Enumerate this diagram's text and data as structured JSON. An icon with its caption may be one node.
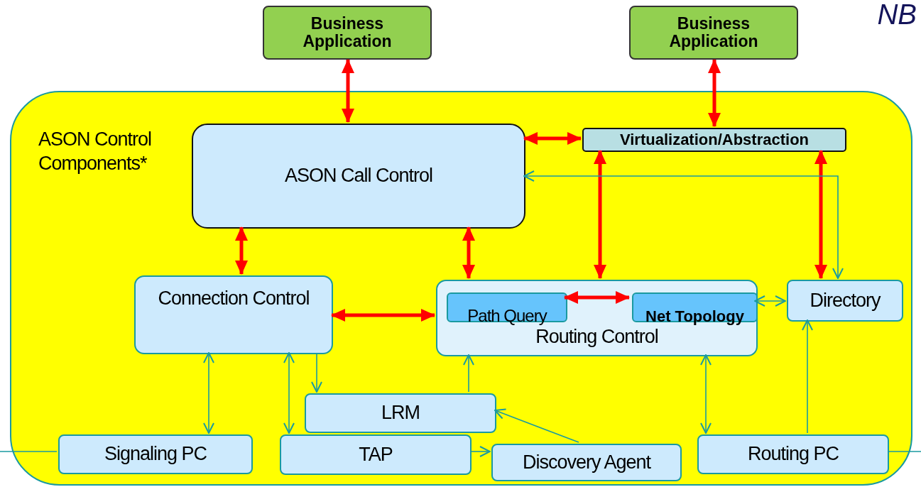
{
  "diagram": {
    "nodes": [
      {
        "text": [
          "Business Application"
        ]
      },
      {
        "text": [
          "Business Application"
        ]
      },
      {
        "text": [
          "ASON Control Components*"
        ]
      },
      {
        "text": [
          "ASON Call Control"
        ],
        "in": 2
      },
      {
        "text": [
          "Virtualization/Abstraction"
        ],
        "in": 2
      },
      {
        "text": [
          "Connection Control"
        ],
        "in": 2
      },
      {
        "text": [
          "Routing Control"
        ],
        "in": 2
      },
      {
        "text": [
          "Path Query"
        ],
        "in": 6
      },
      {
        "text": [
          "Net Topology"
        ],
        "in": 6
      },
      {
        "text": [
          "Directory"
        ],
        "in": 2
      },
      {
        "text": [
          "LRM"
        ],
        "in": 2
      },
      {
        "text": [
          "Signaling PC"
        ],
        "in": 2
      },
      {
        "text": [
          "TAP"
        ],
        "in": 2
      },
      {
        "text": [
          "Discovery Agent"
        ],
        "in": 2
      },
      {
        "text": [
          "Routing PC"
        ],
        "in": 2
      }
    ],
    "edges": [
      {
        "from": 0,
        "to": 3,
        "arrow": "both",
        "style": "thick",
        "color": "#ff0000"
      },
      {
        "from": 1,
        "to": 4,
        "arrow": "both",
        "style": "thick",
        "color": "#ff0000"
      },
      {
        "from": 3,
        "to": 4,
        "arrow": "both",
        "style": "thick",
        "color": "#ff0000"
      },
      {
        "from": 3,
        "to": 5,
        "arrow": "both",
        "style": "thick",
        "color": "#ff0000"
      },
      {
        "from": 3,
        "to": 6,
        "arrow": "both",
        "style": "thick",
        "color": "#ff0000"
      },
      {
        "from": 4,
        "to": 6,
        "arrow": "both",
        "style": "thick",
        "color": "#ff0000"
      },
      {
        "from": 4,
        "to": 9,
        "arrow": "both",
        "style": "thick",
        "color": "#ff0000"
      },
      {
        "from": 5,
        "to": 6,
        "arrow": "both",
        "style": "thick",
        "color": "#ff0000"
      },
      {
        "from": 7,
        "to": 8,
        "arrow": "both",
        "style": "thick",
        "color": "#ff0000"
      },
      {
        "from": 3,
        "to": 9,
        "arrow": "both"
      },
      {
        "from": 8,
        "to": 9,
        "arrow": "both"
      },
      {
        "from": 5,
        "to": 11,
        "arrow": "both"
      },
      {
        "from": 5,
        "to": 12,
        "arrow": "both"
      },
      {
        "from": 5,
        "to": 10,
        "arrow": "to"
      },
      {
        "from": 10,
        "to": 6,
        "arrow": "to"
      },
      {
        "from": 13,
        "to": 10,
        "arrow": "to"
      },
      {
        "from": 12,
        "to": 13,
        "arrow": "to"
      },
      {
        "from": 6,
        "to": 14,
        "arrow": "both"
      },
      {
        "from": 14,
        "to": 9,
        "arrow": "to"
      },
      {
        "from": 11,
        "to": null,
        "arrow": "none"
      },
      {
        "from": 14,
        "to": null,
        "arrow": "none"
      }
    ],
    "labels": [
      "NB"
    ]
  }
}
